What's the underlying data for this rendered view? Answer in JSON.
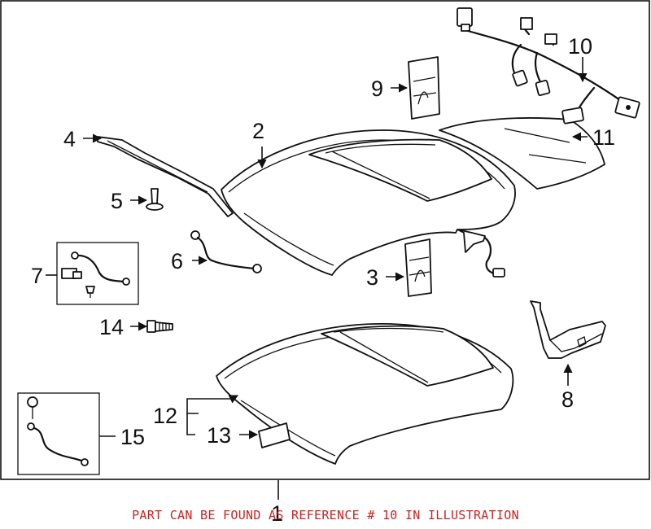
{
  "callouts": {
    "c1": "1",
    "c2": "2",
    "c3": "3",
    "c4": "4",
    "c5": "5",
    "c6": "6",
    "c7": "7",
    "c8": "8",
    "c9": "9",
    "c10": "10",
    "c11": "11",
    "c12": "12",
    "c13": "13",
    "c14": "14",
    "c15": "15"
  },
  "note": {
    "text": "PART CAN BE FOUND AS REFERENCE # 10 IN ILLUSTRATION",
    "color": "#d21f1f"
  }
}
